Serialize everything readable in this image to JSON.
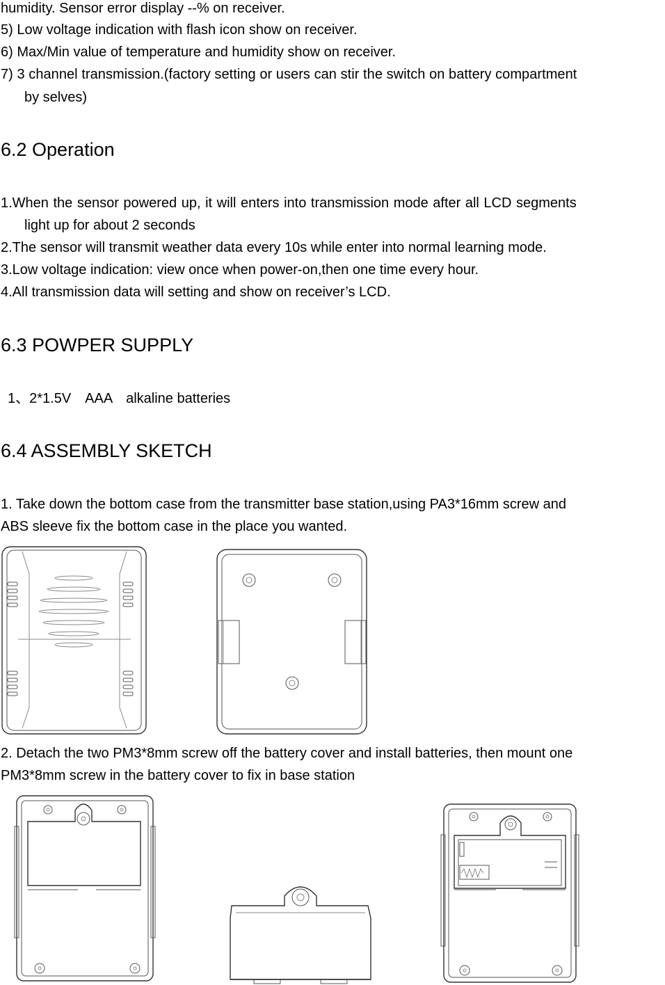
{
  "section6_1": {
    "line_humidity": "humidity. Sensor error display --% on receiver.",
    "item5": "5) Low voltage indication with flash icon show on receiver.",
    "item6": "6) Max/Min value of temperature and humidity show on receiver.",
    "item7": "7) 3 channel transmission.(factory setting or users can stir the switch on battery compartment",
    "item7_cont": "by selves)"
  },
  "section6_2": {
    "heading": "6.2 Operation",
    "item1": "1.When the sensor powered up, it will enters into transmission mode after all LCD segments",
    "item1_cont": "light up for about 2 seconds",
    "item2": "2.The sensor will transmit weather data every 10s while enter into normal learning mode.",
    "item3": "3.Low voltage indication: view once when power-on,then one time every hour.",
    "item4": "4.All transmission data will setting and show on receiver’s LCD."
  },
  "section6_3": {
    "heading": "6.3 POWPER SUPPLY",
    "item1": "1、2*1.5V　AAA　alkaline batteries"
  },
  "section6_4": {
    "heading": "6.4 ASSEMBLY SKETCH",
    "step1": "1. Take down the bottom case from the transmitter base station,using PA3*16mm screw and",
    "step1_cont": "ABS sleeve fix the bottom case in the place you wanted.",
    "step2": "2. Detach the two PM3*8mm screw off the battery cover and install batteries, then mount one",
    "step2_cont": "PM3*8mm screw in the battery cover to fix in base station"
  }
}
